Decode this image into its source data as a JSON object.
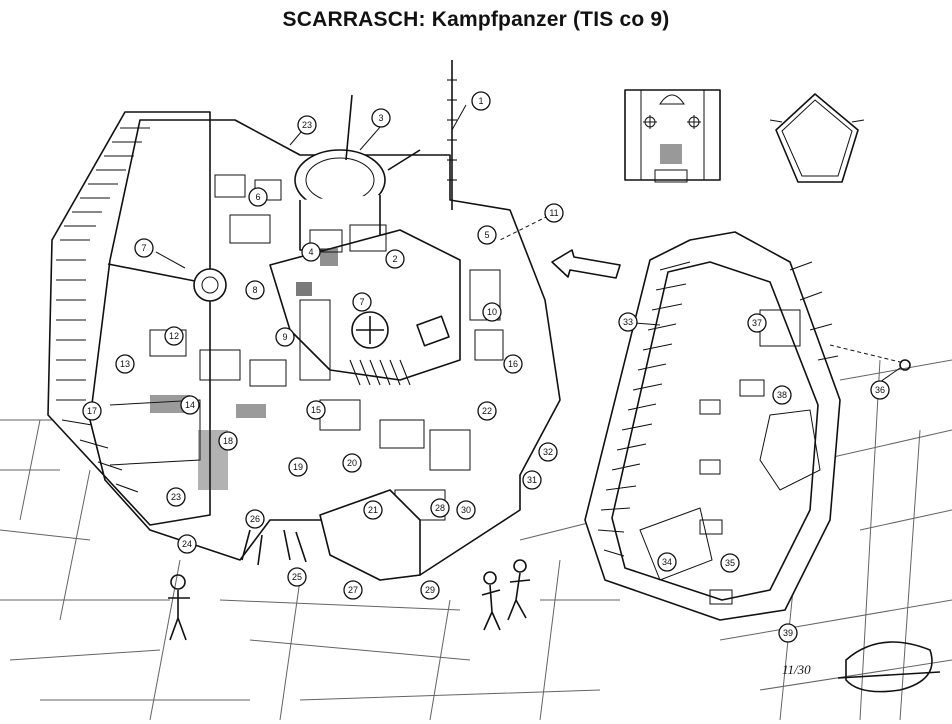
{
  "title": "SCARRASCH: Kampfpanzer (TIS co 9)",
  "signature": "11/30",
  "callouts": [
    "1",
    "2",
    "3",
    "4",
    "5",
    "6",
    "7",
    "7",
    "8",
    "9",
    "10",
    "11",
    "12",
    "13",
    "14",
    "15",
    "16",
    "17",
    "18",
    "19",
    "20",
    "21",
    "22",
    "23",
    "23",
    "24",
    "25",
    "26",
    "27",
    "28",
    "29",
    "30",
    "31",
    "32",
    "33",
    "34",
    "35",
    "36",
    "37",
    "38",
    "39"
  ],
  "icons": {
    "tank": "tank-cutaway-drawing",
    "side_panel": "detached-side-panel-drawing",
    "top_view": "top-view-schematic",
    "front_view": "front-profile-schematic",
    "arrow": "direction-arrow",
    "figures": "pilot-figures",
    "sketch": "small-vehicle-sketch"
  }
}
